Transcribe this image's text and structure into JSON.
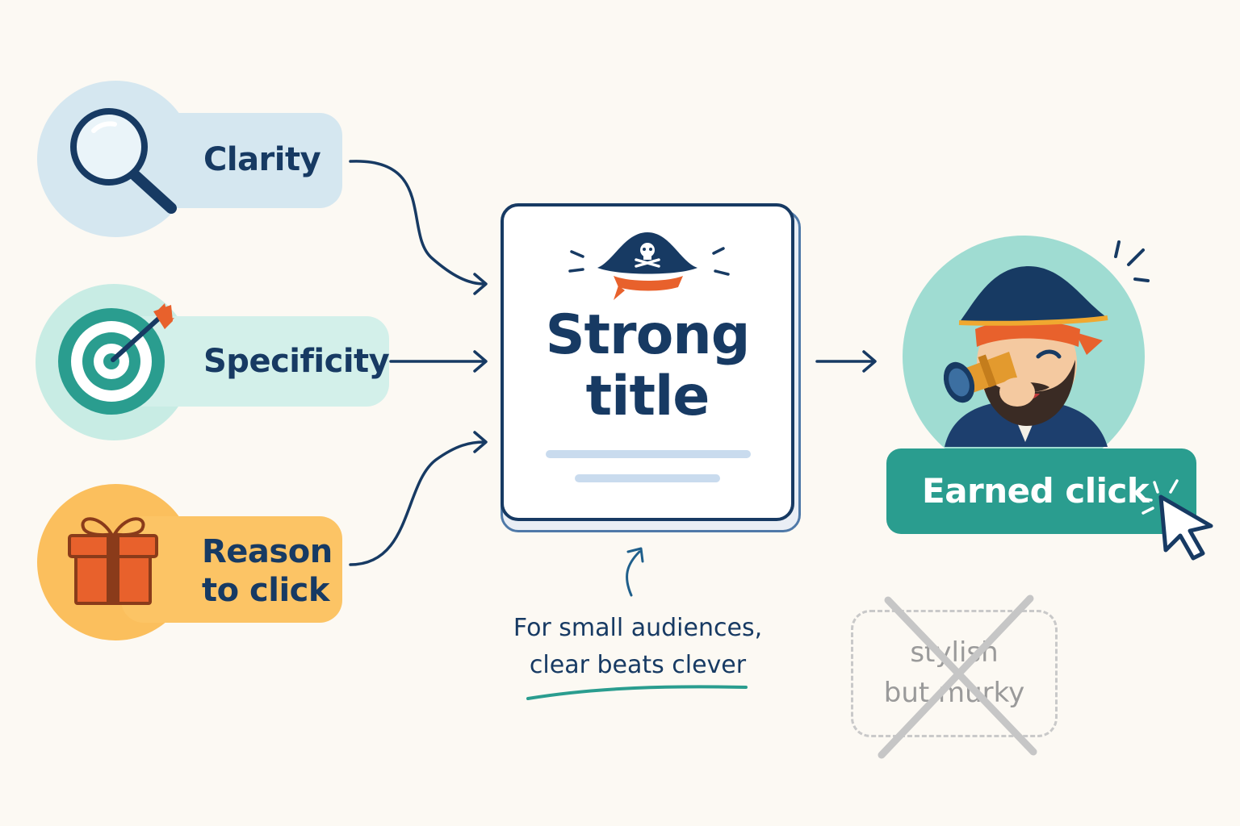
{
  "factors": [
    {
      "label": "Clarity",
      "icon": "magnifier-icon",
      "circle_color": "#d5e7f0",
      "pill_color": "#d5e7f0"
    },
    {
      "label": "Specificity",
      "icon": "target-icon",
      "circle_color": "#c8ece4",
      "pill_color": "#d3f0ea"
    },
    {
      "label": "Reason\nto click",
      "icon": "gift-icon",
      "circle_color": "#fbbf5d",
      "pill_color": "#fcc465"
    }
  ],
  "center": {
    "title": "Strong\ntitle",
    "icon": "pirate-hat-icon"
  },
  "note": "For small audiences,\nclear beats clever",
  "result": {
    "label": "Earned click",
    "icon": "cursor-icon",
    "character": "pirate-with-spyglass-icon"
  },
  "rejected": {
    "label": "stylish\nbut murky"
  },
  "colors": {
    "navy": "#173a63",
    "teal": "#2a9d8f",
    "orange": "#e8612c",
    "background": "#fcf9f3"
  }
}
